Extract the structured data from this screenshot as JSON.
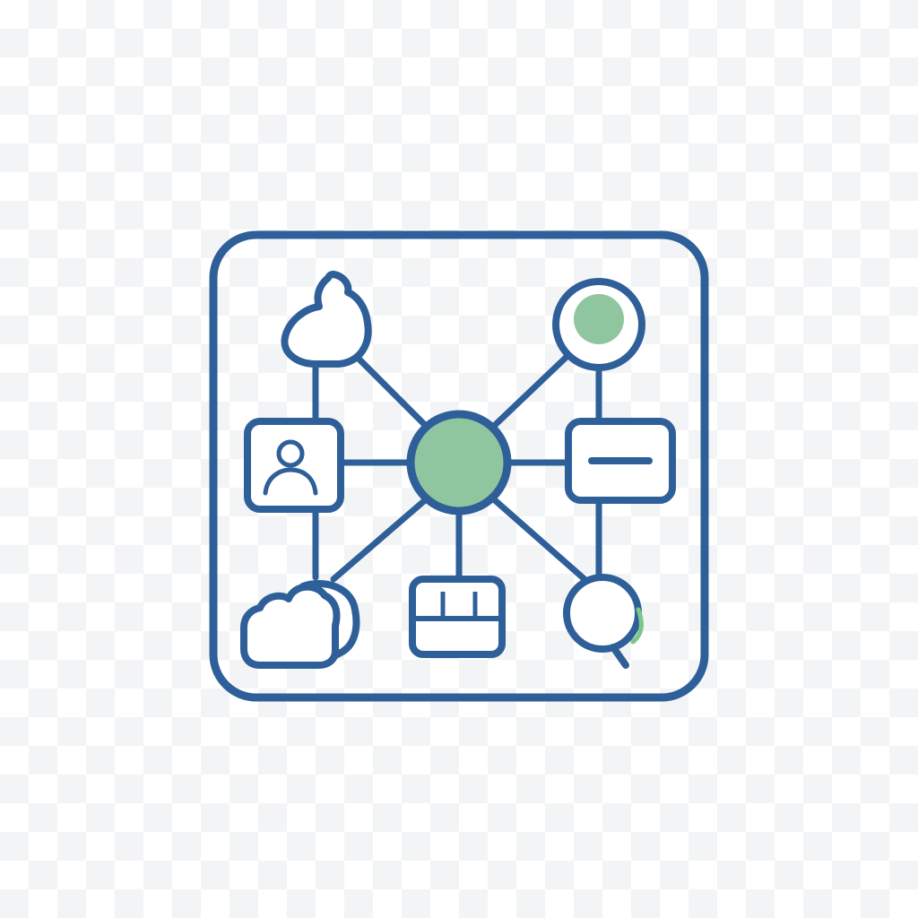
{
  "diagram": {
    "kind": "network-hub-icon",
    "colors": {
      "stroke": "#2e5f99",
      "accent": "#8fc6a0",
      "accent_stroke": "#2e5f99",
      "fill": "#ffffff",
      "check": "#7cc68a"
    },
    "hub": {
      "icon": "hub-node-icon"
    },
    "nodes": [
      {
        "id": "top-left",
        "icon": "flame-icon"
      },
      {
        "id": "top-right",
        "icon": "green-circle-node-icon"
      },
      {
        "id": "mid-left",
        "icon": "user-profile-icon"
      },
      {
        "id": "mid-right",
        "icon": "minus-card-icon"
      },
      {
        "id": "bottom-left",
        "icon": "chat-bubbles-icon"
      },
      {
        "id": "bottom-center",
        "icon": "grid-panel-icon"
      },
      {
        "id": "bottom-right",
        "icon": "search-check-icon"
      }
    ]
  }
}
